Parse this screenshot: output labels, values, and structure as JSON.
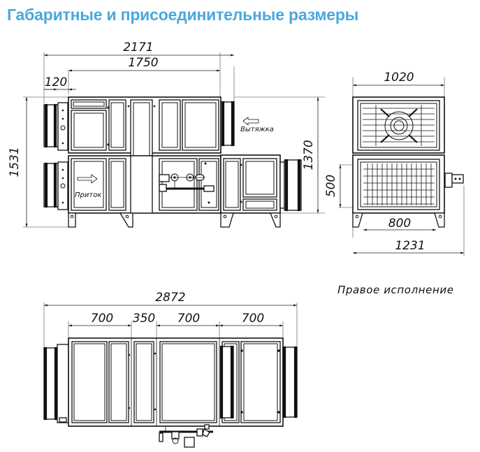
{
  "header": {
    "title": "Габаритные и присоединительные размеры",
    "accent_color": "#4aa8dc"
  },
  "front_view": {
    "dimensions": {
      "overall_length": "2171",
      "body_length": "1750",
      "connector_offset": "120",
      "overall_height": "1531",
      "lower_height": "1370"
    },
    "labels": {
      "supply": "Приток",
      "exhaust": "Вытяжка"
    }
  },
  "side_view": {
    "dimensions": {
      "width": "1020",
      "opening_height": "500",
      "opening_width": "800",
      "overall_width": "1231"
    }
  },
  "top_view": {
    "dimensions": {
      "overall_length": "2872",
      "section_1": "700",
      "section_2": "350",
      "section_3": "700",
      "section_4": "700"
    }
  },
  "caption": "Правое исполнение",
  "colors": {
    "line": "#111111",
    "extension_line": "#777777"
  }
}
